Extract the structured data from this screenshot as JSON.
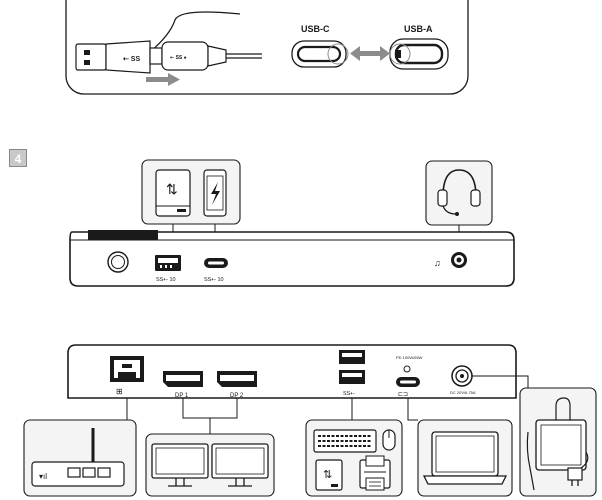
{
  "step_badge": "4",
  "top_panel": {
    "usb_c_label": "USB-C",
    "usb_a_label": "USB-A"
  },
  "front_panel": {
    "usb3_label": "SS⇠ 10",
    "usbc_label": "SS⇠ 10"
  },
  "rear_panel": {
    "dp1_label": "DP 1",
    "dp2_label": "DP 2",
    "usb_label": "SS⇠",
    "pd_label": "PD 100W/65W",
    "dc_label": "DC 20V/6.75A"
  },
  "colors": {
    "line": "#1a1a1a",
    "panel_fill": "#f4f4f4",
    "device_fill": "#ffffff",
    "arrow": "#8c8c8c",
    "badge_fill": "#c9c9c9"
  }
}
